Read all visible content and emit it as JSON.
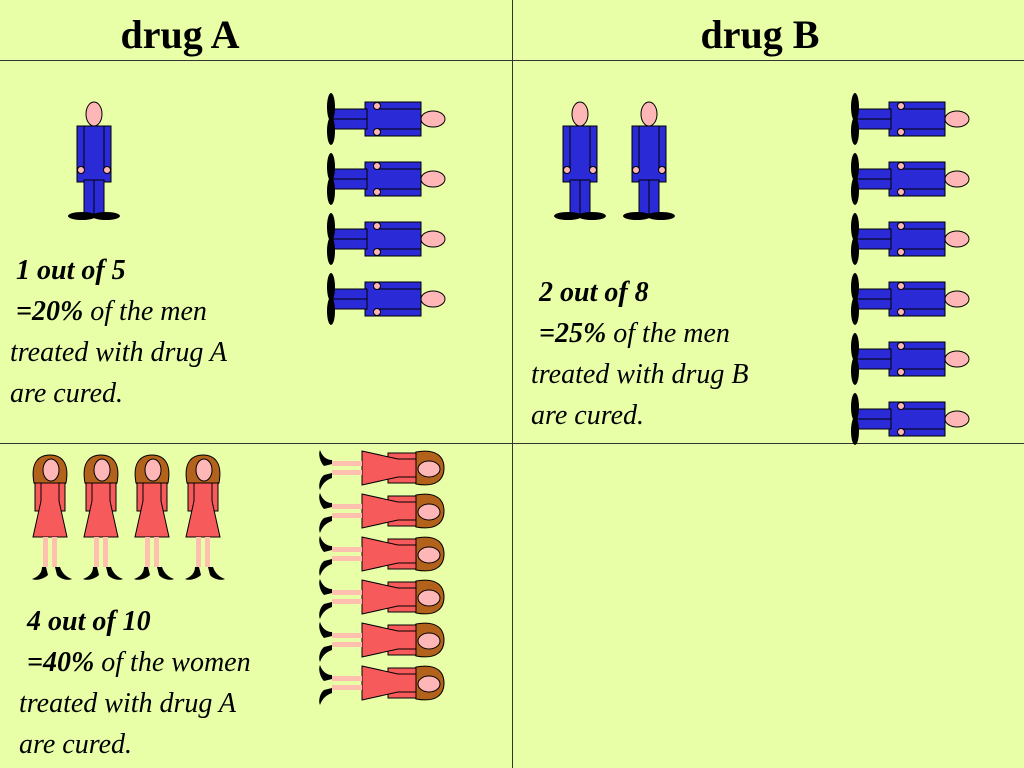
{
  "headers": {
    "drug_a": "drug  A",
    "drug_b": "drug  B"
  },
  "colors": {
    "background": "#e8ffa8",
    "man_suit": "#2a2ad6",
    "skin": "#ffb6b6",
    "woman_dress": "#f75a5a",
    "woman_hair": "#b3621c",
    "woman_legs": "#ffc0b0"
  },
  "panels": {
    "men_a": {
      "count_line": "1 out of 5",
      "pct": "=20%",
      "pct_rest": " of the men",
      "line3": "treated with drug A",
      "line4": "are cured.",
      "cured": 1,
      "total": 5
    },
    "men_b": {
      "count_line": "2 out of 8",
      "pct": "=25%",
      "pct_rest": " of the men",
      "line3": "treated with drug B",
      "line4": "are cured.",
      "cured": 2,
      "total": 8
    },
    "women_a": {
      "count_line": "4 out of 10",
      "pct": "=40%",
      "pct_rest": " of the women",
      "line3": "treated with drug A",
      "line4": "are cured.",
      "cured": 4,
      "total": 10
    }
  }
}
